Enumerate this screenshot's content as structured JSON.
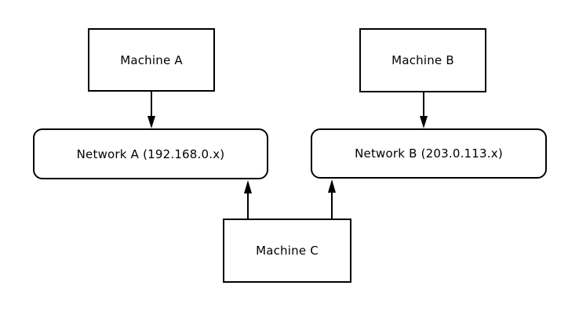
{
  "diagram": {
    "background_color": "#ffffff",
    "line_color": "#000000",
    "text_color": "#000000",
    "nodes": {
      "machine_a": {
        "label": "Machine A",
        "shape": "rectangle"
      },
      "machine_b": {
        "label": "Machine B",
        "shape": "rectangle"
      },
      "machine_c": {
        "label": "Machine C",
        "shape": "rectangle"
      },
      "network_a": {
        "label": "Network A (192.168.0.x)",
        "shape": "rounded-rectangle"
      },
      "network_b": {
        "label": "Network B (203.0.113.x)",
        "shape": "rounded-rectangle"
      }
    },
    "edges": [
      {
        "from": "machine_a",
        "to": "network_a",
        "direction": "down"
      },
      {
        "from": "machine_b",
        "to": "network_b",
        "direction": "down"
      },
      {
        "from": "machine_c",
        "to": "network_a",
        "direction": "up"
      },
      {
        "from": "machine_c",
        "to": "network_b",
        "direction": "up"
      }
    ]
  }
}
